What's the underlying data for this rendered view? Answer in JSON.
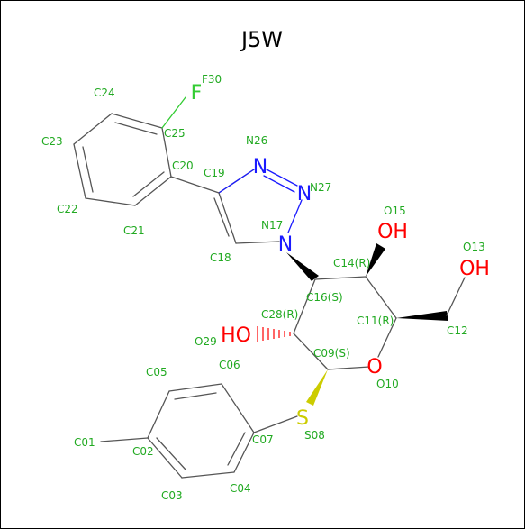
{
  "title": "J5W",
  "colors": {
    "carbon_label": "#22aa22",
    "fluorine": "#33cc33",
    "nitrogen": "#1a1aff",
    "oxygen": "#ff0000",
    "sulfur": "#cccc00",
    "bond": "#555555"
  },
  "atom_labels": {
    "F30": "F30",
    "C24": "C24",
    "C25": "C25",
    "C23": "C23",
    "C20": "C20",
    "C19": "C19",
    "N26": "N26",
    "N27": "N27",
    "C22": "C22",
    "C21": "C21",
    "N17": "N17",
    "O15": "O15",
    "O13": "O13",
    "C18": "C18",
    "C14": "C14(R)",
    "C16": "C16(S)",
    "C28": "C28(R)",
    "C11": "C11(R)",
    "C12": "C12",
    "O29": "O29",
    "C09": "C09(S)",
    "C05": "C05",
    "C06": "C06",
    "O10": "O10",
    "C01": "C01",
    "C02": "C02",
    "C07": "C07",
    "S08": "S08",
    "C03": "C03",
    "C04": "C04"
  },
  "heteroatoms": {
    "F": "F",
    "N_upper": "N",
    "N_right": "N",
    "N_lower": "N",
    "OH_15": "OH",
    "OH_13": "OH",
    "HO_29": "HO",
    "O_ring": "O",
    "S": "S"
  }
}
